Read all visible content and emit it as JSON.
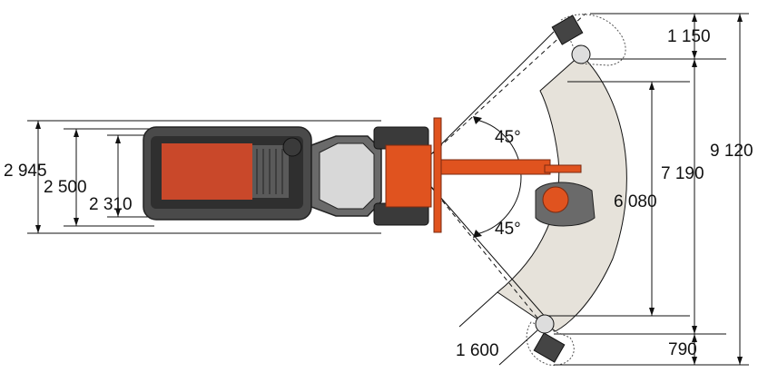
{
  "colors": {
    "machine_orange": "#e0531f",
    "machine_dark": "#3a3a3a",
    "track_gray": "#4a4a4a",
    "sweep_fill": "#e6e2da",
    "line": "#111111"
  },
  "dimensions": {
    "width_total": "2 945",
    "width_tracks": "2 500",
    "width_inner": "2 310",
    "reach_total": "9 120",
    "reach_mid": "7 190",
    "reach_inner": "6 080",
    "top_offset": "1 150",
    "bottom_offset": "790",
    "tool_width": "1 600",
    "angle_upper": "45°",
    "angle_lower": "45°"
  }
}
